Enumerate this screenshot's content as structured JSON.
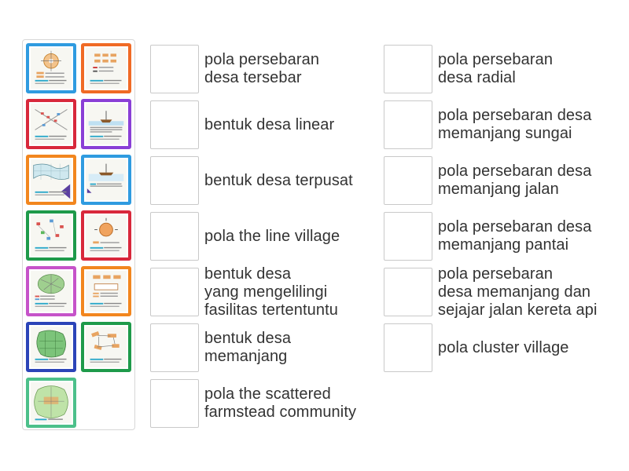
{
  "tiles": [
    {
      "color": "#2f9be0",
      "icon": "radial-diagram-icon"
    },
    {
      "color": "#f06a25",
      "icon": "grid-blocks-icon"
    },
    {
      "color": "#d8283b",
      "icon": "linear-houses-icon"
    },
    {
      "color": "#8a3fd6",
      "icon": "boat-river-icon"
    },
    {
      "color": "#f2861e",
      "icon": "coastline-map-icon"
    },
    {
      "color": "#2f9be0",
      "icon": "boat-dock-icon"
    },
    {
      "color": "#1e9a4a",
      "icon": "scattered-houses-icon"
    },
    {
      "color": "#d8283b",
      "icon": "circle-center-icon"
    },
    {
      "color": "#c653c9",
      "icon": "cluster-map-icon"
    },
    {
      "color": "#f2861e",
      "icon": "rectangles-diagram-icon"
    },
    {
      "color": "#2b44b8",
      "icon": "green-map-icon"
    },
    {
      "color": "#1e9a4a",
      "icon": "network-diagram-icon"
    },
    {
      "color": "#4cc08a",
      "icon": "round-map-icon"
    }
  ],
  "left_items": [
    {
      "label": "pola persebaran\ndesa tersebar"
    },
    {
      "label": "bentuk desa linear"
    },
    {
      "label": "bentuk desa terpusat"
    },
    {
      "label": "pola the line village"
    },
    {
      "label": "bentuk desa\nyang mengelilingi\nfasilitas tertentuntu"
    },
    {
      "label": "bentuk desa\nmemanjang"
    },
    {
      "label": "pola the scattered\nfarmstead community"
    }
  ],
  "right_items": [
    {
      "label": "pola persebaran\ndesa radial"
    },
    {
      "label": "pola persebaran desa\nmemanjang sungai"
    },
    {
      "label": "pola persebaran desa\nmemanjang jalan"
    },
    {
      "label": "pola persebaran desa\nmemanjang pantai"
    },
    {
      "label": "pola persebaran\ndesa memanjang dan\nsejajar jalan kereta api"
    },
    {
      "label": "pola cluster village"
    }
  ]
}
